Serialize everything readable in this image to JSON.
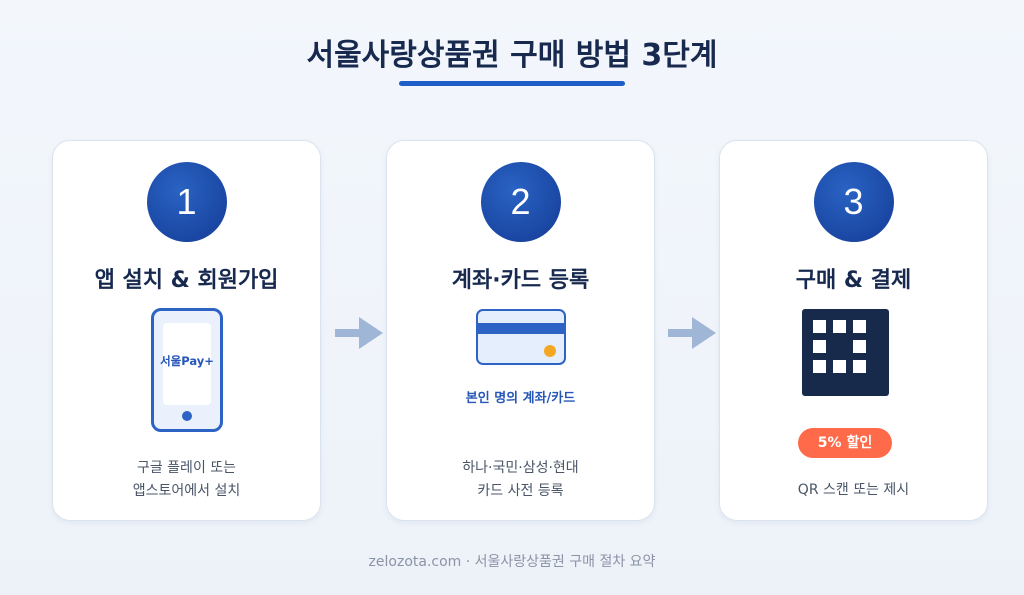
{
  "title": "서울사랑상품권 구매 방법 3단계",
  "steps": [
    {
      "number": "1",
      "heading": "앱 설치 & 회원가입",
      "app_label": "서울Pay+",
      "desc_line1": "구글 플레이 또는",
      "desc_line2": "앱스토어에서 설치"
    },
    {
      "number": "2",
      "heading": "계좌·카드 등록",
      "note": "본인 명의 계좌/카드",
      "desc_line1": "하나·국민·삼성·현대",
      "desc_line2": "카드 사전 등록"
    },
    {
      "number": "3",
      "heading": "구매 & 결제",
      "badge": "5% 할인",
      "desc_line1": "QR 스캔 또는 제시"
    }
  ],
  "footer": "zelozota.com · 서울사랑상품권 구매 절차 요약",
  "icons": [
    "phone-icon",
    "credit-card-icon",
    "qr-code-icon",
    "arrow-right-icon"
  ],
  "colors": {
    "primary": "#1f5ec8",
    "title": "#17294f",
    "badge": "#ff6b4a",
    "arrow": "#9fb6d6",
    "qr": "#182a4c"
  }
}
